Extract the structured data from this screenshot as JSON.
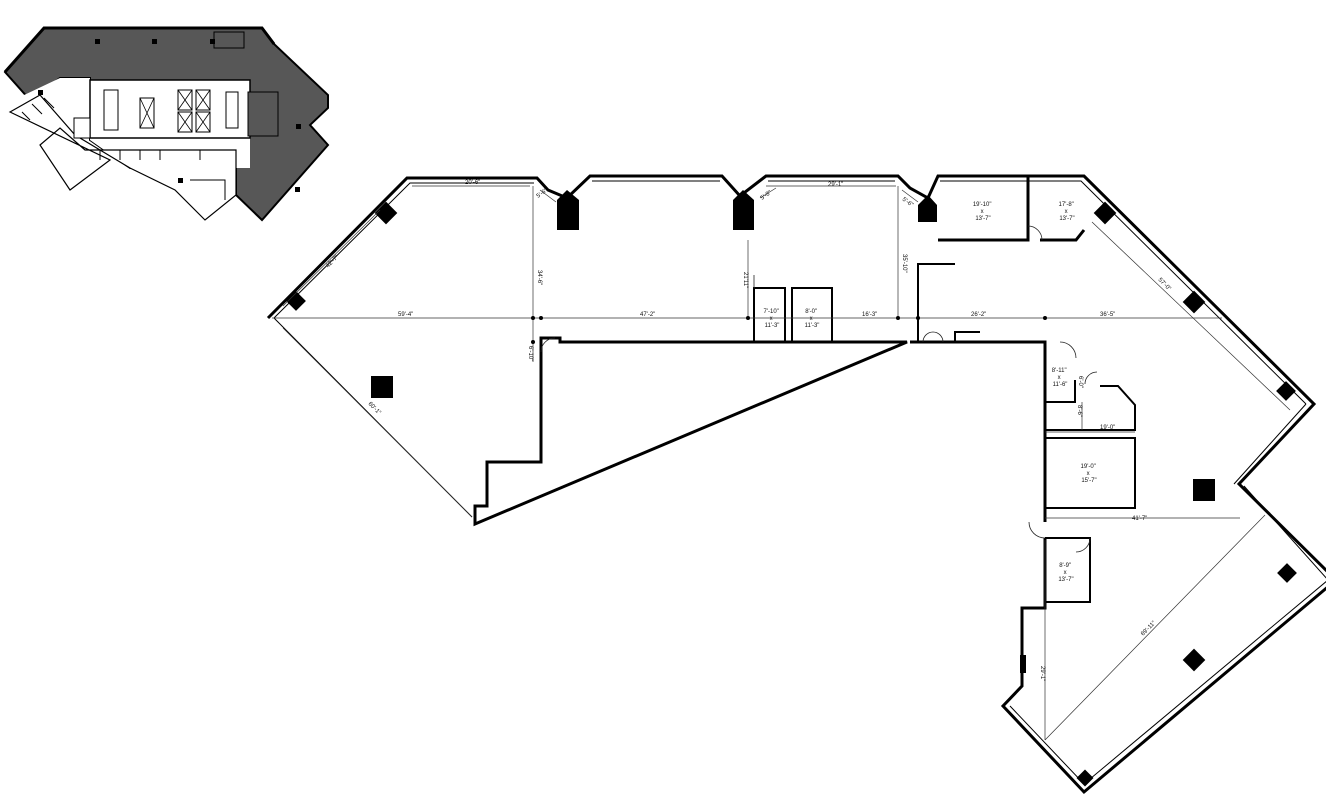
{
  "plan": {
    "dimensions": {
      "d1": "20'-6\"",
      "d2": "5'-6\"",
      "d3": "29'-1\"",
      "d4": "5'-8\"",
      "d5": "5'-6\"",
      "d6": "42'-7\"",
      "d7": "34'-6\"",
      "d8": "35'-10\"",
      "d9": "21'11\"",
      "d10": "59'-4\"",
      "d11": "47'-2\"",
      "d12": "16'-3\"",
      "d13": "26'-2\"",
      "d14": "36'-5\"",
      "d15": "6'-10\"",
      "d16": "60'-1\"",
      "d17": "57'-0\"",
      "d18": "6'-0\"",
      "d19": "8'-6\"",
      "d20": "19'-0\"",
      "d21": "41'-7\"",
      "d22": "69'-11\"",
      "d23": "29'-1\""
    },
    "rooms": {
      "r1": [
        "19'-10\"",
        "x",
        "13'-7\""
      ],
      "r2": [
        "17'-8\"",
        "x",
        "13'-7\""
      ],
      "r3": [
        "7'-10\"",
        "x",
        "11'-3\""
      ],
      "r4": [
        "8'-0\"",
        "x",
        "11'-3\""
      ],
      "r5": [
        "8'-11\"",
        "x",
        "11'-6\""
      ],
      "r6": [
        "19'-0\"",
        "x",
        "15'-7\""
      ],
      "r7": [
        "8'-9\"",
        "x",
        "13'-7\""
      ]
    }
  }
}
